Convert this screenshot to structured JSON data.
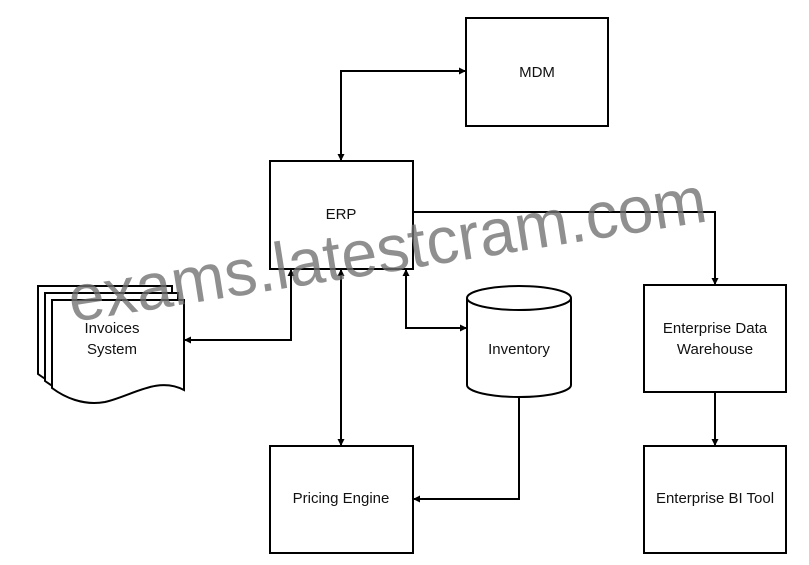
{
  "nodes": {
    "mdm": "MDM",
    "erp": "ERP",
    "invoices_line1": "Invoices",
    "invoices_line2": "System",
    "inventory": "Inventory",
    "pricing_engine": "Pricing Engine",
    "edw_line1": "Enterprise Data",
    "edw_line2": "Warehouse",
    "bi_tool": "Enterprise BI Tool"
  },
  "watermark": "exams.latestcram.com",
  "colors": {
    "stroke": "#000000",
    "watermark": "#6f6f6f"
  }
}
